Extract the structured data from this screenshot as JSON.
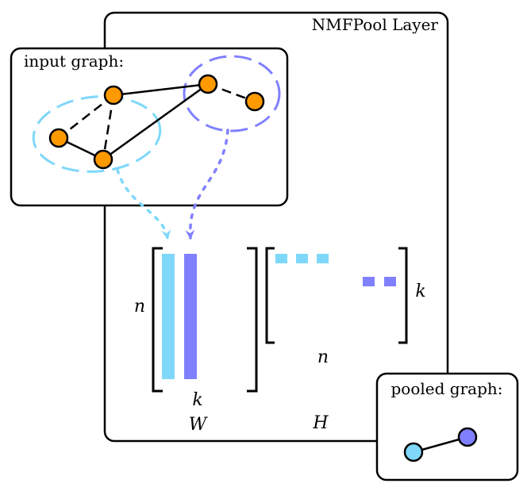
{
  "layer": {
    "title": "NMFPool Layer"
  },
  "input_graph": {
    "title": "input graph:",
    "node_color": "#FF9900",
    "cluster_colors": [
      "#7FD8FA",
      "#8080FF"
    ]
  },
  "pooled_graph": {
    "title": "pooled graph:",
    "node_colors": [
      "#7FD8FA",
      "#8080FF"
    ]
  },
  "matrices": {
    "W_label": "W",
    "H_label": "H",
    "W_dim_rows": "n",
    "W_dim_cols": "k",
    "H_dim_rows": "k",
    "H_dim_cols": "n"
  }
}
